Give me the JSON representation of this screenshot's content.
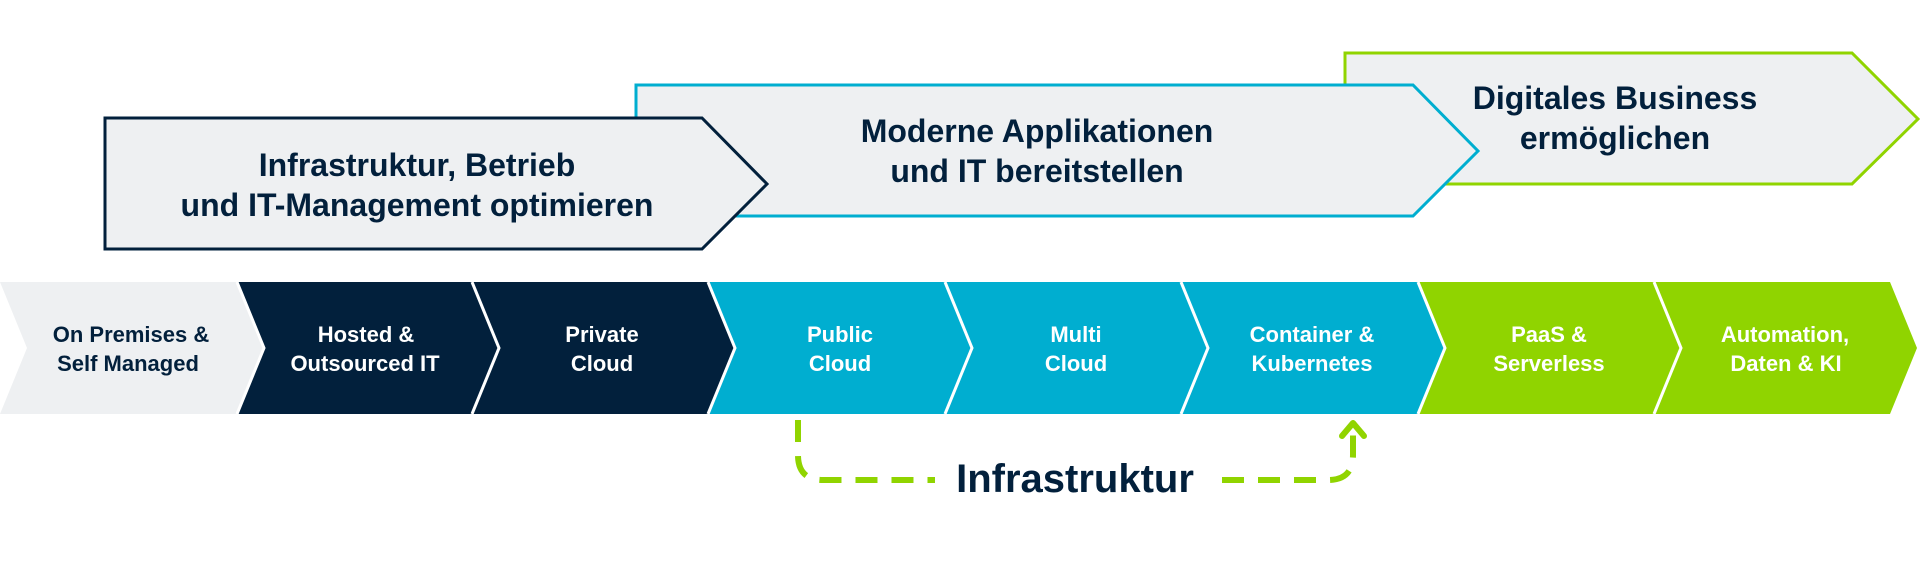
{
  "colors": {
    "navy": "#02203c",
    "light_gray": "#eef0f2",
    "cyan": "#00aed0",
    "green": "#90d400",
    "white": "#ffffff"
  },
  "goals": [
    {
      "line1": "Infrastruktur, Betrieb",
      "line2": "und IT-Management optimieren",
      "border": "navy"
    },
    {
      "line1": "Moderne Applikationen",
      "line2": "und IT bereitstellen",
      "border": "cyan"
    },
    {
      "line1": "Digitales Business",
      "line2": "ermöglichen",
      "border": "green"
    }
  ],
  "stages": [
    {
      "line1": "On Premises &",
      "line2": "Self Managed",
      "fill": "light_gray",
      "text": "navy"
    },
    {
      "line1": "Hosted &",
      "line2": "Outsourced IT",
      "fill": "navy",
      "text": "white"
    },
    {
      "line1": "Private",
      "line2": "Cloud",
      "fill": "navy",
      "text": "white"
    },
    {
      "line1": "Public",
      "line2": "Cloud",
      "fill": "cyan",
      "text": "white"
    },
    {
      "line1": "Multi",
      "line2": "Cloud",
      "fill": "cyan",
      "text": "white"
    },
    {
      "line1": "Container &",
      "line2": "Kubernetes",
      "fill": "cyan",
      "text": "white"
    },
    {
      "line1": "PaaS &",
      "line2": "Serverless",
      "fill": "green",
      "text": "white"
    },
    {
      "line1": "Automation,",
      "line2": "Daten & KI",
      "fill": "green",
      "text": "white"
    }
  ],
  "infrastructure": {
    "label": "Infrastruktur",
    "arrow_color": "green",
    "icon": "dashed-bracket-arrow-up"
  }
}
